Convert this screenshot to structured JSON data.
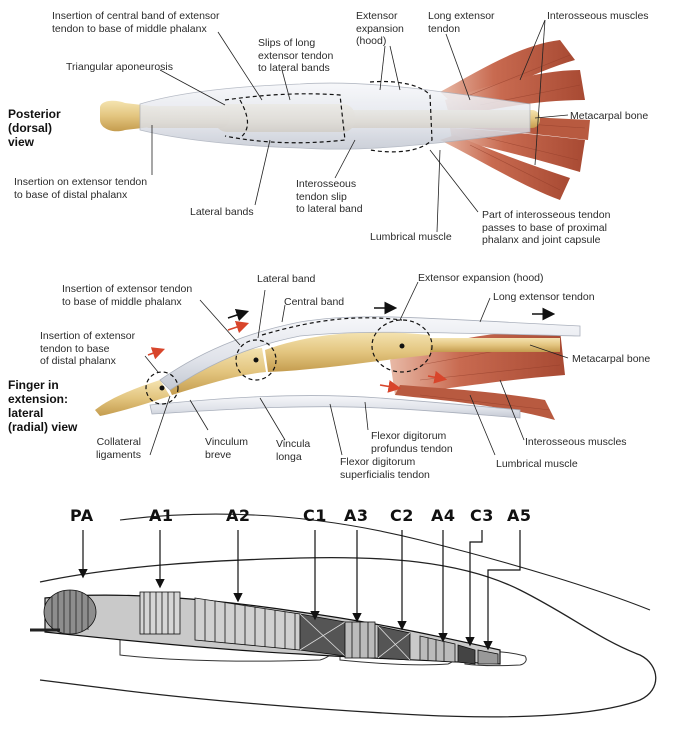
{
  "colors": {
    "muscle": "#c46a50",
    "muscle_dark": "#9e3f2b",
    "bone": "#e8cf8e",
    "bone_dark": "#c9a55a",
    "tendon": "#e4e6ec",
    "tendon_edge": "#9aa0ad",
    "arrow_red": "#d8452b",
    "arrow_black": "#111111"
  },
  "dorsal": {
    "view_label": "Posterior\n(dorsal)\nview",
    "labels": {
      "central_band_insertion": "Insertion of central band of extensor\ntendon to base of middle phalanx",
      "triangular_aponeurosis": "Triangular aponeurosis",
      "slips_long_extensor": "Slips of long\nextensor tendon\nto lateral bands",
      "extensor_expansion": "Extensor\nexpansion\n(hood)",
      "long_extensor_tendon": "Long extensor\ntendon",
      "interosseous_muscles": "Interosseous muscles",
      "metacarpal_bone": "Metacarpal bone",
      "insertion_distal": "Insertion on extensor tendon\nto base of distal phalanx",
      "lateral_bands": "Lateral bands",
      "interosseous_slip": "Interosseous\ntendon slip\nto lateral band",
      "lumbrical_muscle": "Lumbrical muscle",
      "part_interosseous": "Part of interosseous tendon\npasses to base of proximal\nphalanx and joint capsule"
    }
  },
  "lateral": {
    "view_label": "Finger in\nextension:\nlateral\n(radial) view",
    "labels": {
      "insertion_middle": "Insertion of extensor tendon\nto base of middle phalanx",
      "lateral_band": "Lateral band",
      "central_band": "Central band",
      "extensor_expansion": "Extensor expansion (hood)",
      "long_extensor_tendon": "Long extensor tendon",
      "insertion_distal": "Insertion of extensor\ntendon to base\nof distal phalanx",
      "metacarpal_bone": "Metacarpal bone",
      "collateral_ligaments": "Collateral\nligaments",
      "vinculum_breve": "Vinculum\nbreve",
      "vincula_longa": "Vincula\nlonga",
      "fdp_tendon": "Flexor digitorum\nprofundus tendon",
      "fds_tendon": "Flexor digitorum\nsuperficialis tendon",
      "interosseous_muscles": "Interosseous muscles",
      "lumbrical_muscle": "Lumbrical muscle"
    }
  },
  "pulleys": {
    "labels": [
      "PA",
      "A1",
      "A2",
      "C1",
      "A3",
      "C2",
      "A4",
      "C3",
      "A5"
    ]
  }
}
